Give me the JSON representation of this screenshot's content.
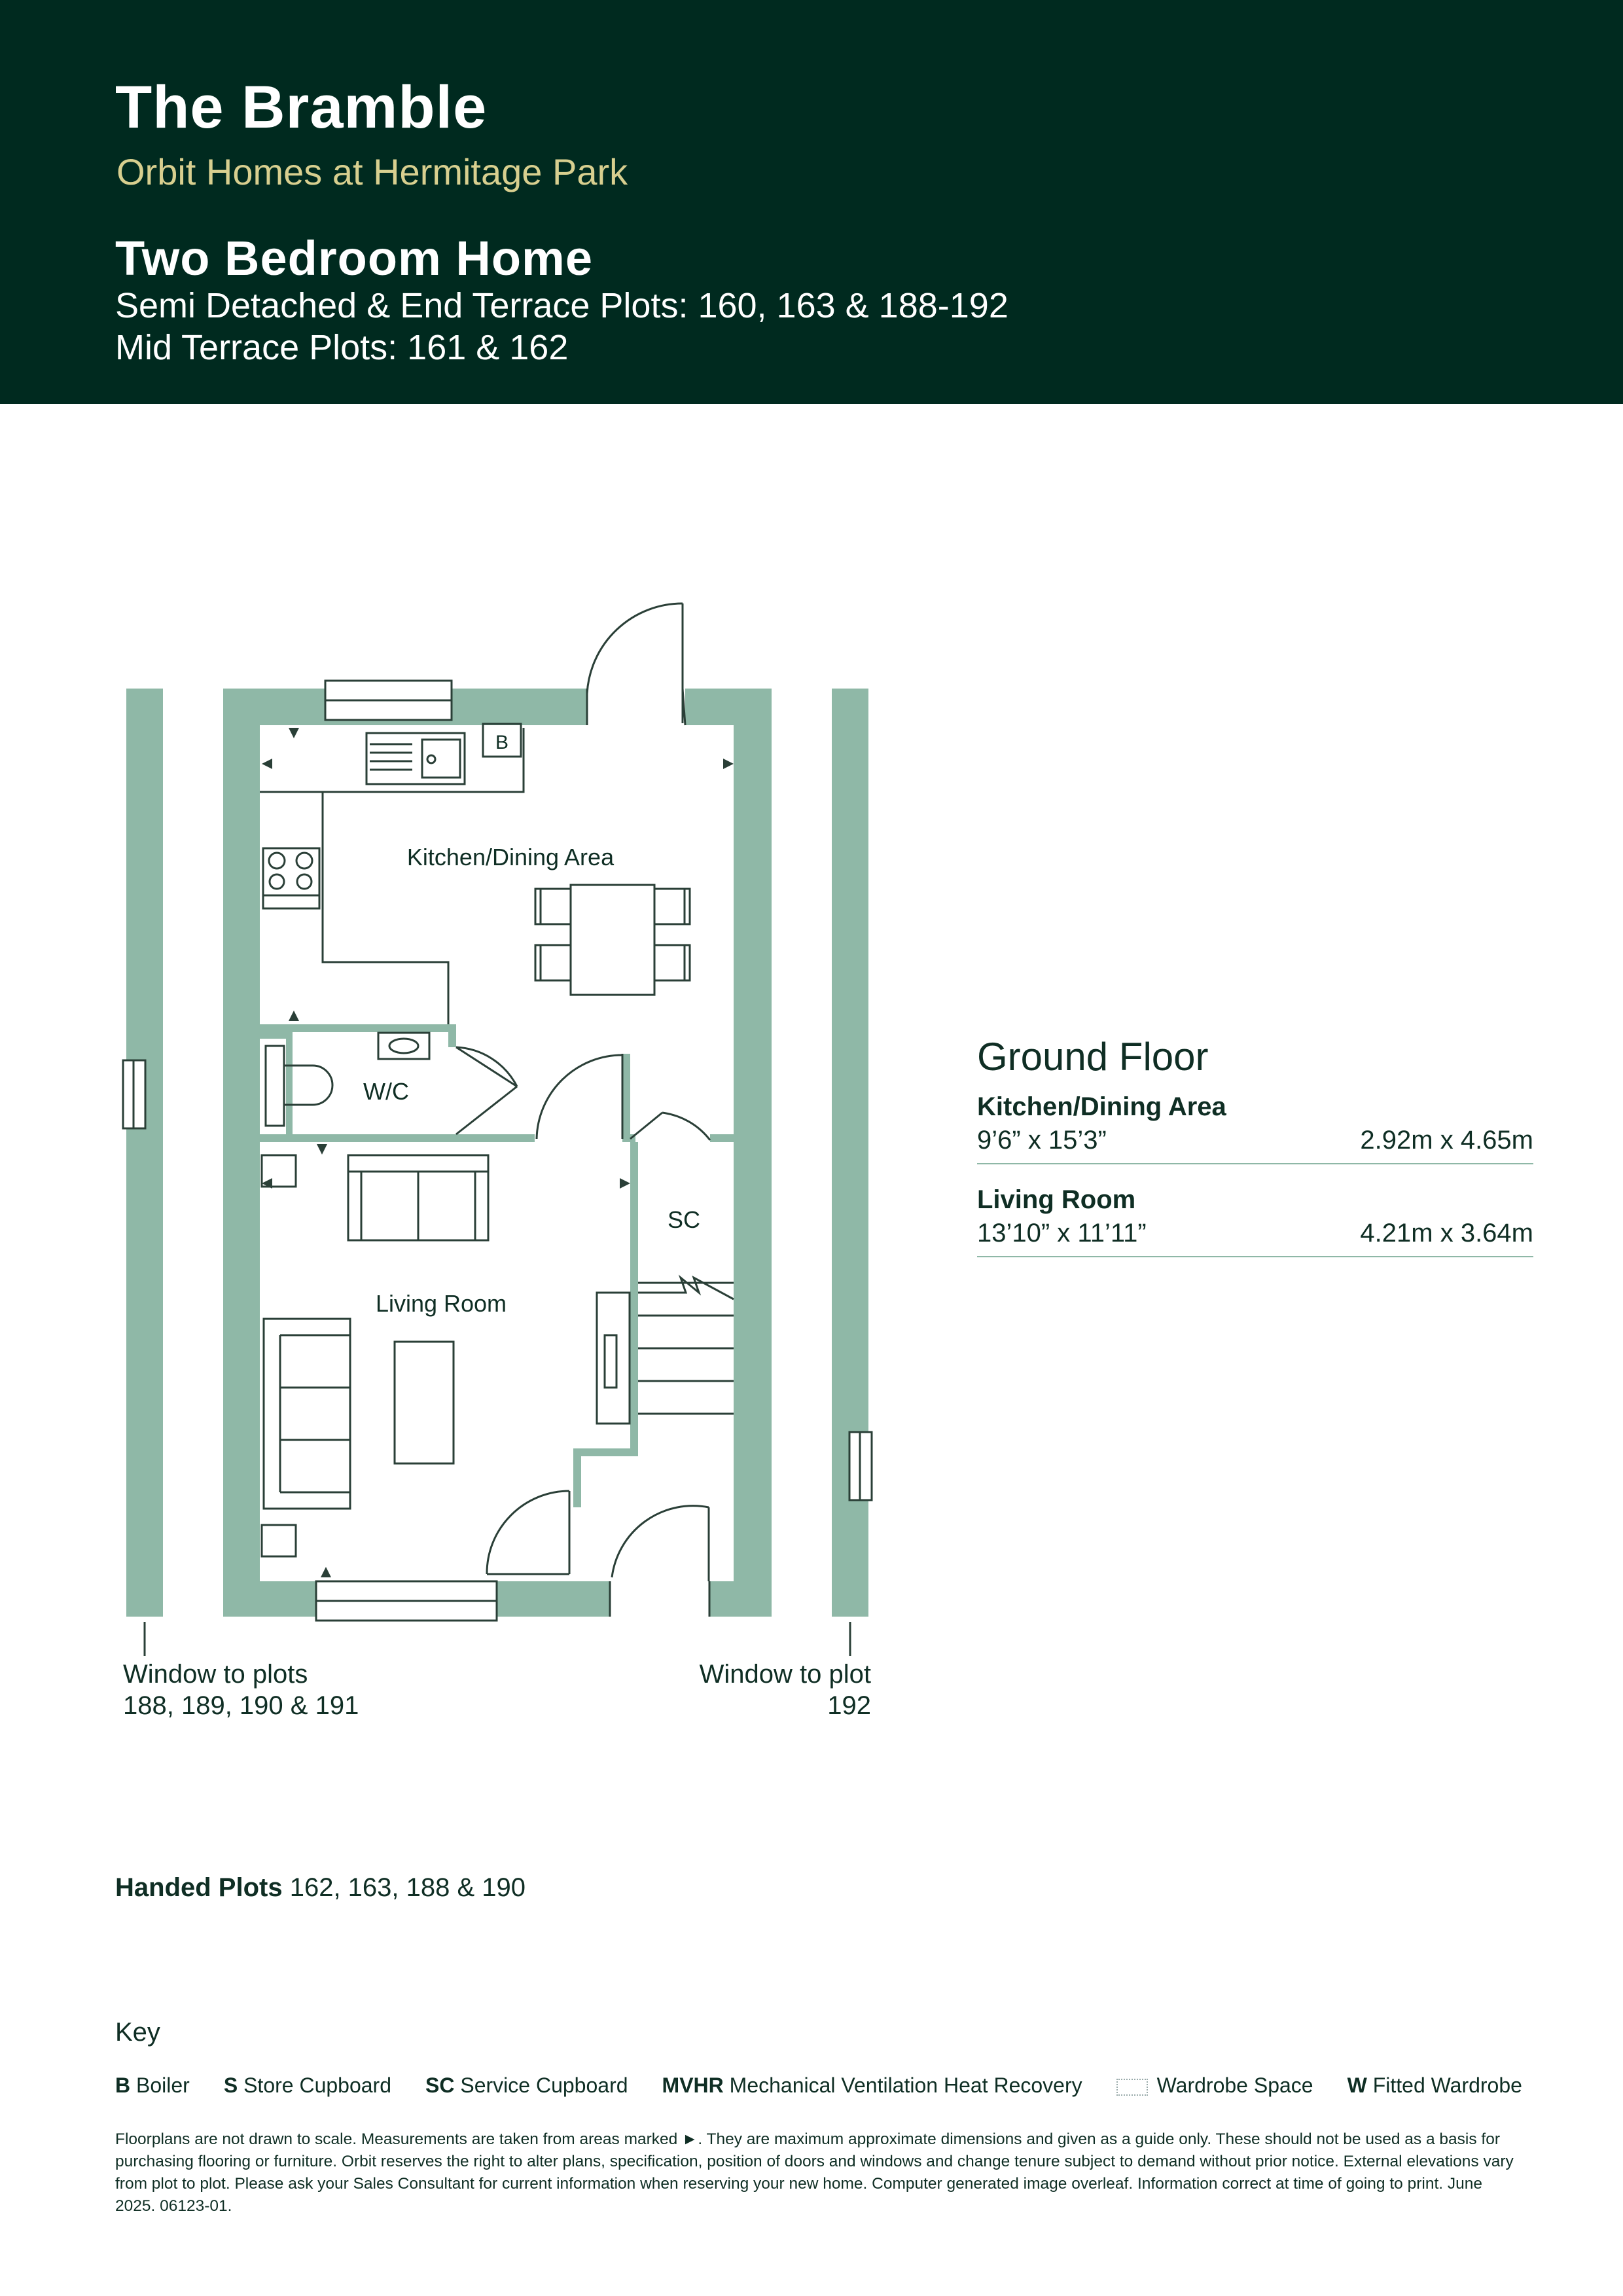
{
  "header": {
    "title": "The Bramble",
    "subtitle": "Orbit Homes at Hermitage Park",
    "home_type": "Two Bedroom Home",
    "plots_line1": "Semi Detached & End Terrace Plots: 160, 163 & 188-192",
    "plots_line2": "Mid Terrace Plots: 161 & 162"
  },
  "floorplan": {
    "rooms": {
      "kitchen": "Kitchen/Dining Area",
      "wc": "W/C",
      "sc": "SC",
      "living": "Living Room",
      "boiler": "B"
    },
    "window_left": {
      "line1": "Window to plots",
      "line2": "188, 189, 190 & 191"
    },
    "window_right": {
      "line1": "Window to plot",
      "line2": "192"
    }
  },
  "ground_floor": {
    "title": "Ground Floor",
    "rooms": [
      {
        "name": "Kitchen/Dining Area",
        "imperial": "9’6” x 15’3”",
        "metric": "2.92m x 4.65m"
      },
      {
        "name": "Living Room",
        "imperial": "13’10” x 11’11”",
        "metric": "4.21m x 3.64m"
      }
    ]
  },
  "handed": {
    "label": "Handed Plots",
    "plots": "162, 163, 188 & 190"
  },
  "key": {
    "title": "Key",
    "items": [
      {
        "code": "B",
        "text": "Boiler"
      },
      {
        "code": "S",
        "text": "Store Cupboard"
      },
      {
        "code": "SC",
        "text": "Service Cupboard"
      },
      {
        "code": "MVHR",
        "text": "Mechanical Ventilation Heat Recovery"
      },
      {
        "code": "",
        "text": "Wardrobe Space"
      },
      {
        "code": "W",
        "text": "Fitted Wardrobe"
      }
    ]
  },
  "disclaimer": "Floorplans are not drawn to scale. Measurements are taken from areas marked ►. They are maximum approximate dimensions and given as a guide only. These should not be used as a basis for purchasing flooring or furniture. Orbit reserves the right to alter plans, specification, position of doors and windows and change tenure subject to demand without prior notice. External elevations vary from plot to plot. Please ask your Sales Consultant for current information when reserving your new home. Computer generated image overleaf. Information correct at time of going to print. June 2025. 06123-01.",
  "colors": {
    "header_bg": "#002a1f",
    "accent_gold": "#d8cf8f",
    "wall": "#8fb8a7",
    "text": "#0f2e24"
  }
}
